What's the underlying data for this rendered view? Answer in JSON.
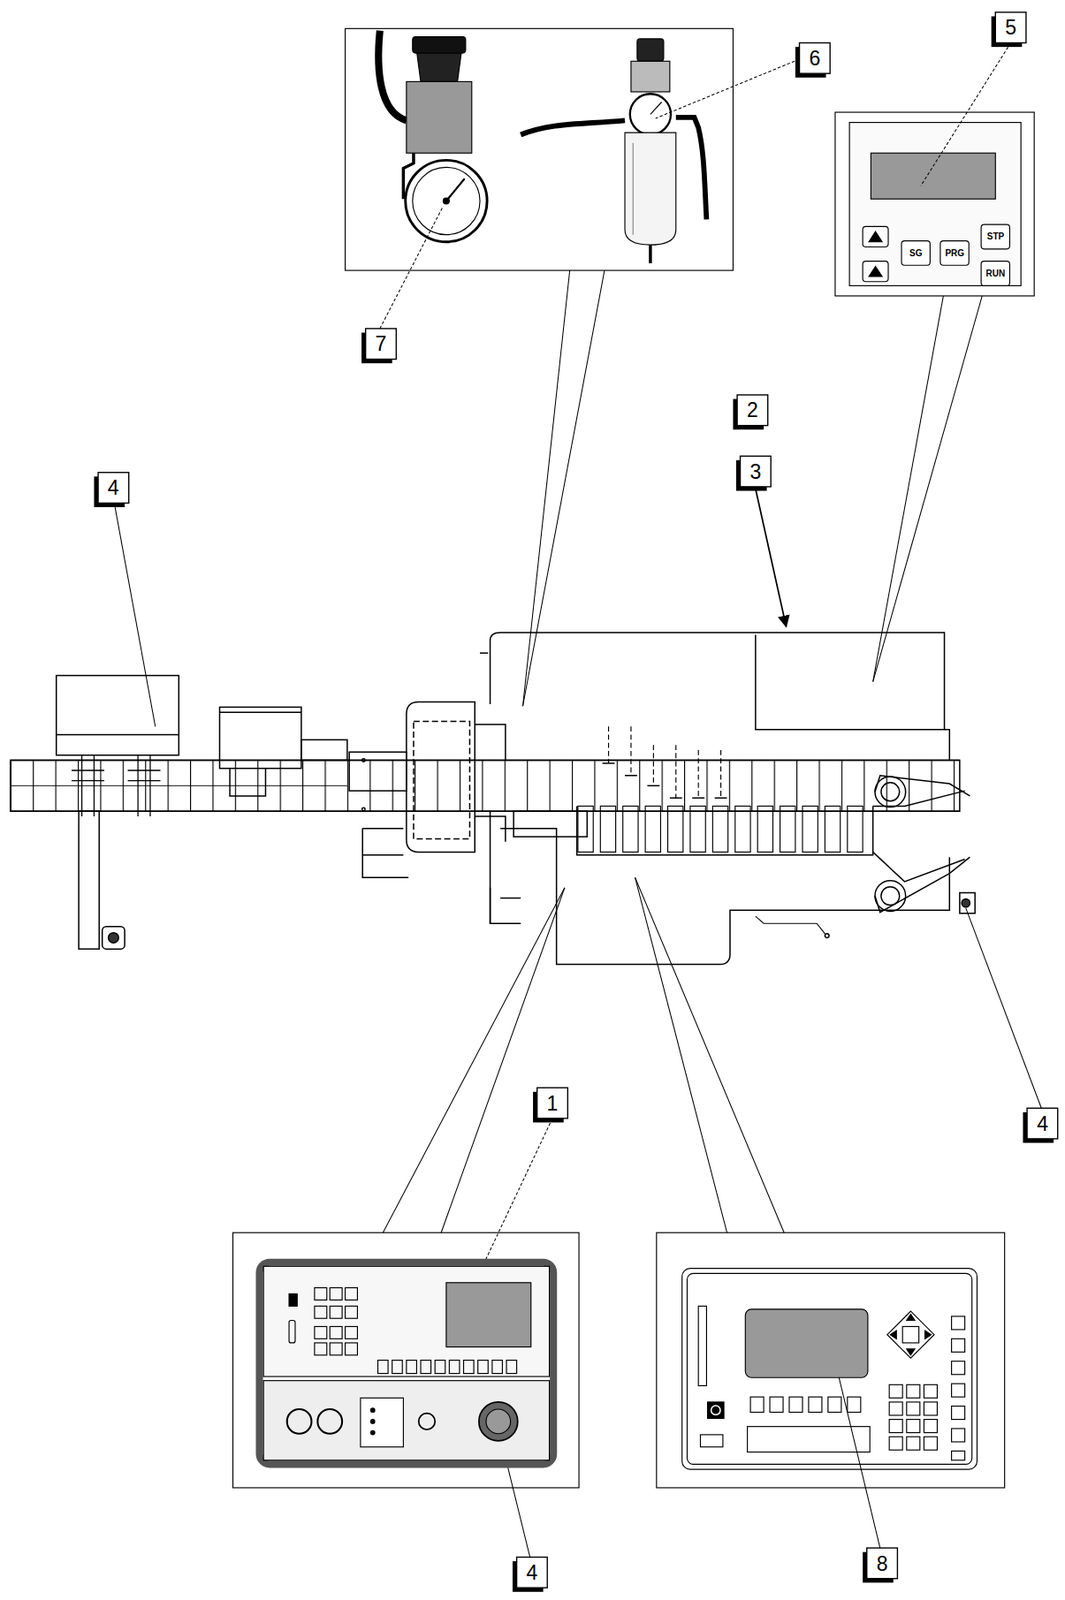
{
  "diagram": {
    "labels": [
      "5",
      "6",
      "STP",
      "SG",
      "PRG",
      "RUN",
      "7",
      "2",
      "3",
      "4",
      "4",
      "1",
      "8",
      "4"
    ]
  }
}
